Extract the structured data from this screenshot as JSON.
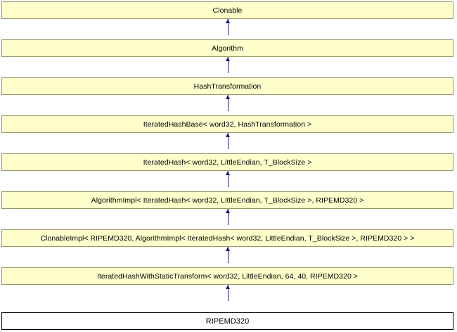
{
  "diagram": {
    "type": "class-inheritance-graph",
    "title": "RIPEMD320 inheritance diagram",
    "colors": {
      "node_fill": "#ffffcc",
      "node_border": "#999966",
      "current_node_fill": "#ffffff",
      "current_node_border": "#000000",
      "edge": "#191970",
      "background": "#ffffff",
      "text": "#000000"
    },
    "nodes": [
      {
        "label": "Clonable",
        "current": false
      },
      {
        "label": "Algorithm",
        "current": false
      },
      {
        "label": "HashTransformation",
        "current": false
      },
      {
        "label": "IteratedHashBase< word32, HashTransformation >",
        "current": false
      },
      {
        "label": "IteratedHash< word32, LittleEndian, T_BlockSize >",
        "current": false
      },
      {
        "label": "AlgorithmImpl< IteratedHash< word32, LittleEndian, T_BlockSize >, RIPEMD320 >",
        "current": false
      },
      {
        "label": "ClonableImpl< RIPEMD320, AlgorithmImpl< IteratedHash< word32, LittleEndian, T_BlockSize >, RIPEMD320 > >",
        "current": false
      },
      {
        "label": "IteratedHashWithStaticTransform< word32, LittleEndian, 64, 40, RIPEMD320 >",
        "current": false
      },
      {
        "label": "RIPEMD320",
        "current": true
      }
    ],
    "edges": [
      {
        "from": "Algorithm",
        "to": "Clonable"
      },
      {
        "from": "HashTransformation",
        "to": "Algorithm"
      },
      {
        "from": "IteratedHashBase< word32, HashTransformation >",
        "to": "HashTransformation"
      },
      {
        "from": "IteratedHash< word32, LittleEndian, T_BlockSize >",
        "to": "IteratedHashBase< word32, HashTransformation >"
      },
      {
        "from": "AlgorithmImpl< IteratedHash< word32, LittleEndian, T_BlockSize >, RIPEMD320 >",
        "to": "IteratedHash< word32, LittleEndian, T_BlockSize >"
      },
      {
        "from": "ClonableImpl< RIPEMD320, AlgorithmImpl< IteratedHash< word32, LittleEndian, T_BlockSize >, RIPEMD320 > >",
        "to": "AlgorithmImpl< IteratedHash< word32, LittleEndian, T_BlockSize >, RIPEMD320 >"
      },
      {
        "from": "IteratedHashWithStaticTransform< word32, LittleEndian, 64, 40, RIPEMD320 >",
        "to": "ClonableImpl< RIPEMD320, AlgorithmImpl< IteratedHash< word32, LittleEndian, T_BlockSize >, RIPEMD320 > >"
      },
      {
        "from": "RIPEMD320",
        "to": "IteratedHashWithStaticTransform< word32, LittleEndian, 64, 40, RIPEMD320 >"
      }
    ]
  }
}
